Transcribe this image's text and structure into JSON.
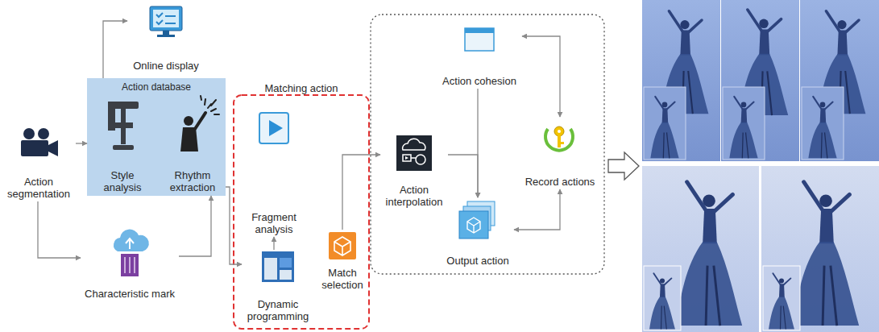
{
  "diagram": {
    "nodes": [
      {
        "text": [
          "Online display"
        ]
      },
      {
        "text": [
          "Action segmentation"
        ]
      },
      {
        "text": [
          "Action database"
        ]
      },
      {
        "text": [
          "Style analysis"
        ],
        "in": 2
      },
      {
        "text": [
          "Rhythm extraction"
        ],
        "in": 2
      },
      {
        "text": [
          "Characteristic mark"
        ]
      },
      {
        "text": [
          "Matching action"
        ]
      },
      {
        "text": [
          "Fragment analysis"
        ],
        "in": 6
      },
      {
        "text": [
          "Dynamic programming"
        ],
        "in": 6
      },
      {
        "text": [
          "Match selection"
        ],
        "in": 6
      },
      {
        "text": [
          "Action interpolation"
        ]
      },
      {
        "text": [
          "Action cohesion"
        ]
      },
      {
        "text": [
          "Record actions"
        ]
      },
      {
        "text": [
          "Output action"
        ]
      }
    ],
    "edges": [
      {
        "from": 1,
        "to": 2,
        "arrow": "to"
      },
      {
        "from": 1,
        "to": 5,
        "arrow": "to"
      },
      {
        "from": 2,
        "to": 0,
        "arrow": "to"
      },
      {
        "from": 5,
        "to": 2,
        "arrow": "to"
      },
      {
        "from": 2,
        "to": 8,
        "arrow": "to"
      },
      {
        "from": 8,
        "to": 7,
        "arrow": "to"
      },
      {
        "from": 9,
        "to": 10,
        "arrow": "to"
      },
      {
        "from": 10,
        "to": 13,
        "arrow": "to"
      },
      {
        "from": 11,
        "to": 13,
        "arrow": "to"
      },
      {
        "from": 12,
        "to": 11,
        "arrow": "both"
      },
      {
        "from": 13,
        "to": 12,
        "arrow": "both"
      }
    ]
  }
}
